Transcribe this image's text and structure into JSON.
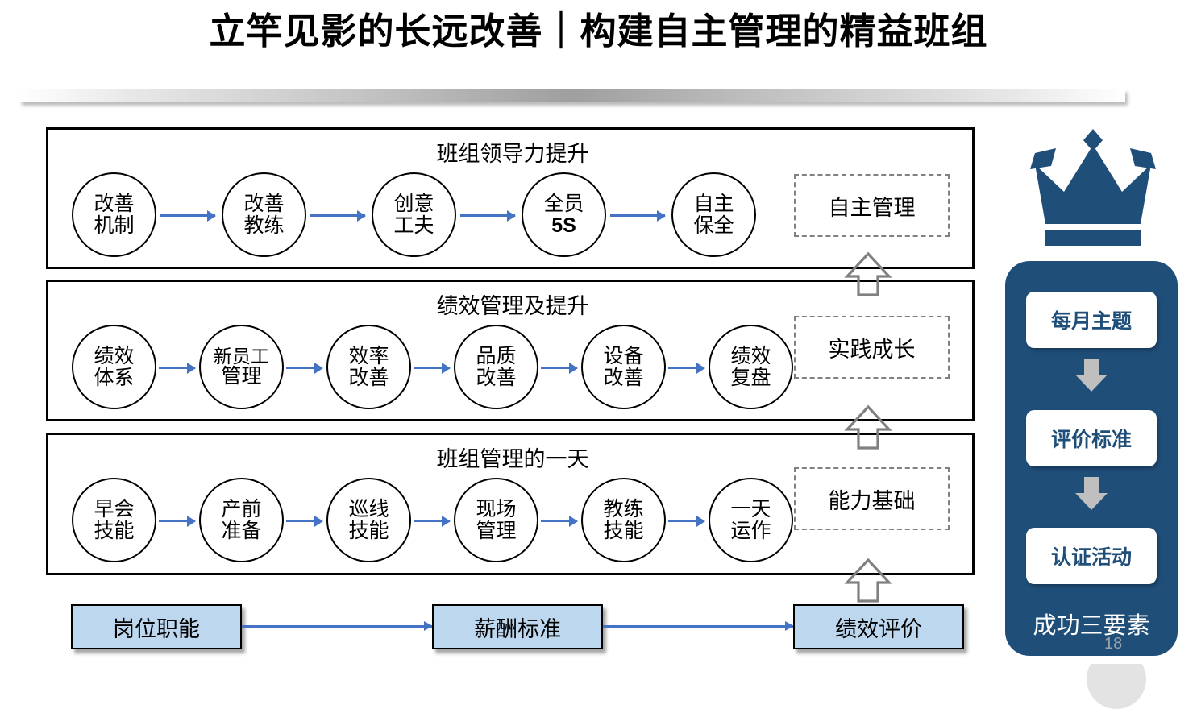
{
  "slide": {
    "title": "立竿见影的长远改善｜构建自主管理的精益班组",
    "number": "18"
  },
  "colors": {
    "accent_blue": "#4472C4",
    "dark_blue": "#1F4E79",
    "light_blue_fill": "#BDD7EE",
    "gray_arrow": "#BFBFBF",
    "dashed_border": "#808080"
  },
  "bands": [
    {
      "title": "班组领导力提升",
      "steps": [
        {
          "line1": "改善",
          "line2": "机制",
          "bold2": false
        },
        {
          "line1": "改善",
          "line2": "教练",
          "bold2": false
        },
        {
          "line1": "创意",
          "line2": "工夫",
          "bold2": false
        },
        {
          "line1": "全员",
          "line2": "5S",
          "bold2": true
        },
        {
          "line1": "自主",
          "line2": "保全",
          "bold2": false
        }
      ],
      "outcome": "自主管理"
    },
    {
      "title": "绩效管理及提升",
      "steps": [
        {
          "line1": "绩效",
          "line2": "体系",
          "bold2": false
        },
        {
          "line1": "新员工",
          "line2": "管理",
          "bold2": false
        },
        {
          "line1": "效率",
          "line2": "改善",
          "bold2": false
        },
        {
          "line1": "品质",
          "line2": "改善",
          "bold2": false
        },
        {
          "line1": "设备",
          "line2": "改善",
          "bold2": false
        },
        {
          "line1": "绩效",
          "line2": "复盘",
          "bold2": false
        }
      ],
      "outcome": "实践成长"
    },
    {
      "title": "班组管理的一天",
      "steps": [
        {
          "line1": "早会",
          "line2": "技能",
          "bold2": false
        },
        {
          "line1": "产前",
          "line2": "准备",
          "bold2": false
        },
        {
          "line1": "巡线",
          "line2": "技能",
          "bold2": false
        },
        {
          "line1": "现场",
          "line2": "管理",
          "bold2": false
        },
        {
          "line1": "教练",
          "line2": "技能",
          "bold2": false
        },
        {
          "line1": "一天",
          "line2": "运作",
          "bold2": false
        }
      ],
      "outcome": "能力基础"
    }
  ],
  "foundation_chain": [
    {
      "label": "岗位职能"
    },
    {
      "label": "薪酬标准"
    },
    {
      "label": "绩效评价"
    }
  ],
  "right_panel": {
    "crown_icon": "crown-icon",
    "cards": [
      {
        "label": "每月主题"
      },
      {
        "label": "评价标准"
      },
      {
        "label": "认证活动"
      }
    ],
    "footer": "成功三要素"
  }
}
